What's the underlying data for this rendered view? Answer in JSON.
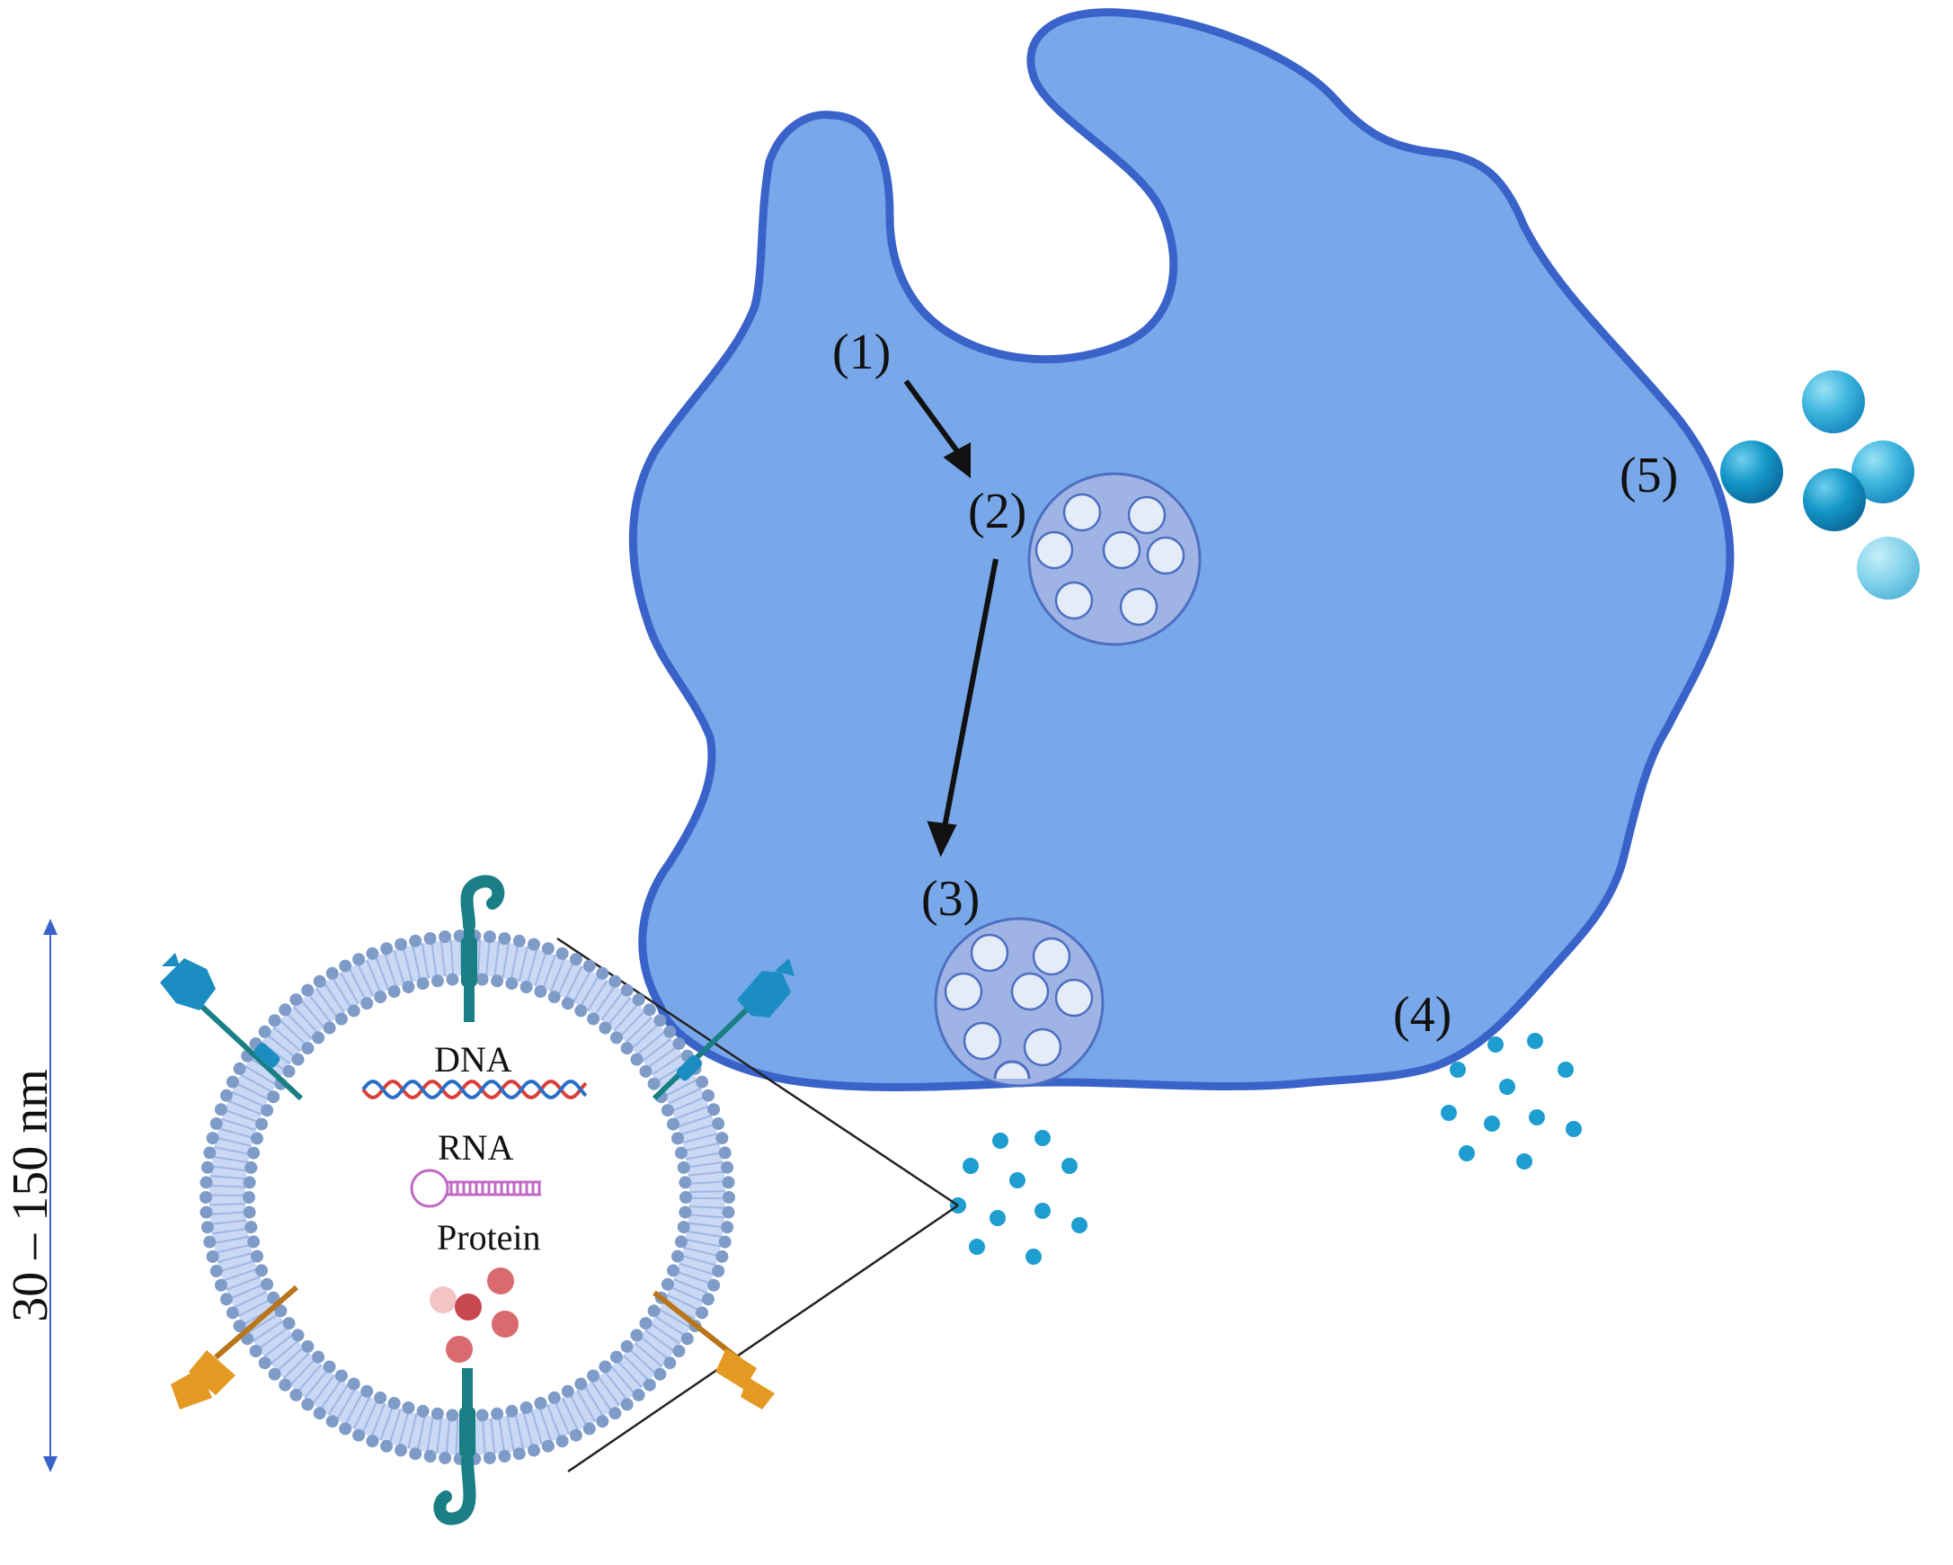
{
  "steps": {
    "step1": "(1)",
    "step2": "(2)",
    "step3": "(3)",
    "step4": "(4)",
    "step5": "(5)"
  },
  "exosome": {
    "cargo": {
      "dna": "DNA",
      "rna": "RNA",
      "protein": "Protein"
    },
    "size_range": "30 – 150 nm"
  },
  "colors": {
    "cell_fill": "#78A8EA",
    "cell_outline": "#3A63C9",
    "mvb_fill": "#9FB4E4",
    "membrane_dot": "#7F9CC9",
    "teal_receptor": "#1A7F84",
    "blue_receptor": "#1B8DC2",
    "orange_receptor": "#E39922",
    "vesicle_dot": "#1E9ED0",
    "dna_red": "#D9403A",
    "dna_blue": "#2A6FC7",
    "rna_purple": "#C06AC6",
    "protein_red": "#D96A6F",
    "size_arrow": "#3A63C9"
  }
}
